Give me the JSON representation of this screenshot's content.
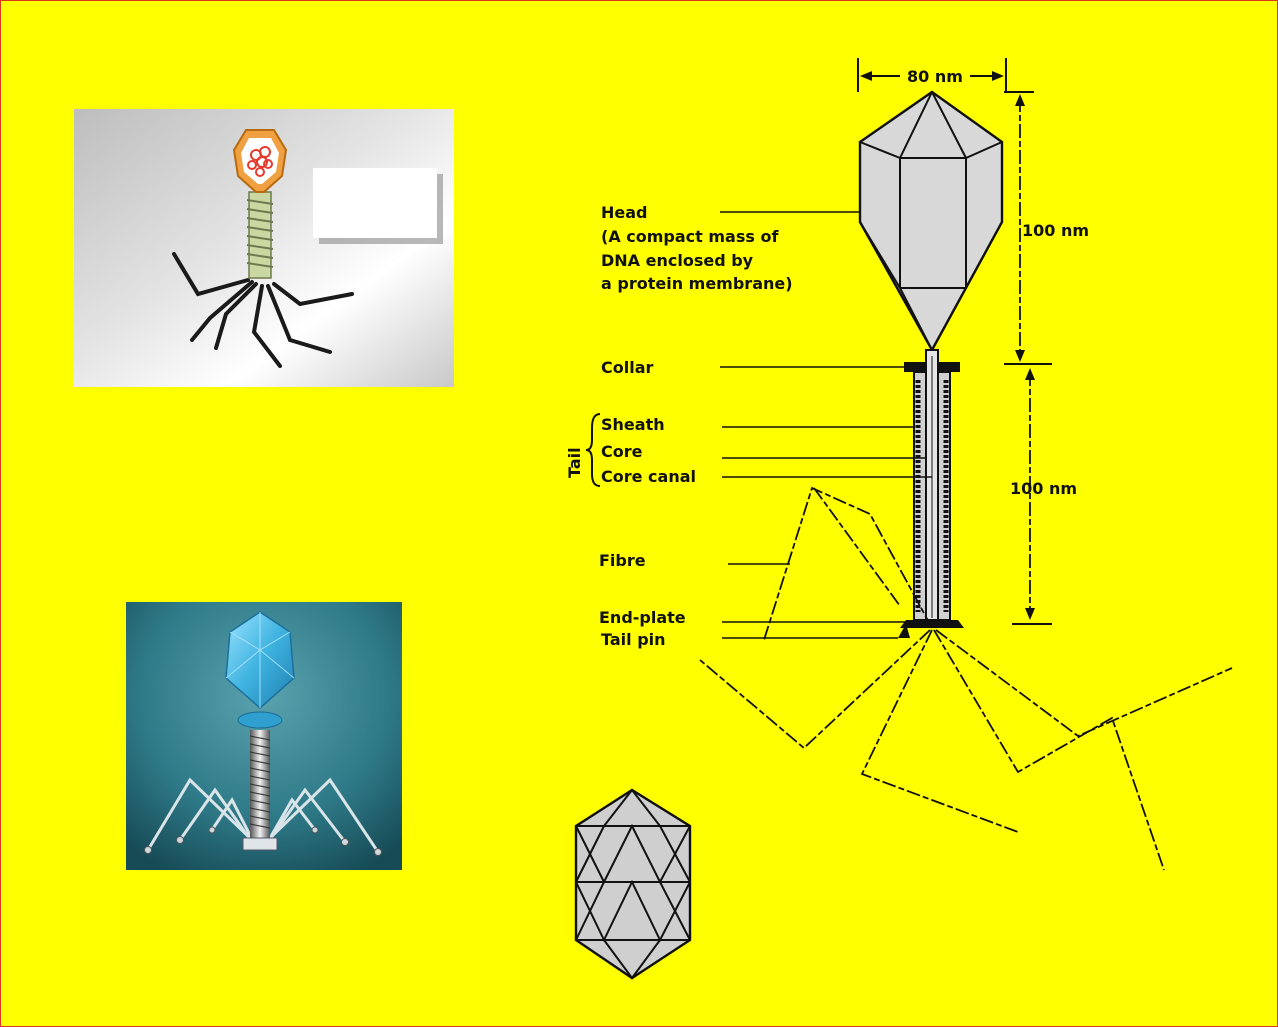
{
  "diagram": {
    "dimension_width": "80 nm",
    "dimension_head": "100 nm",
    "dimension_tail": "100 nm",
    "labels": {
      "head": "Head",
      "head_note_1": "(A compact mass of",
      "head_note_2": "DNA enclosed by",
      "head_note_3": "a protein membrane)",
      "collar": "Collar",
      "tail": "Tail",
      "sheath": "Sheath",
      "core": "Core",
      "core_canal": "Core canal",
      "fibre": "Fibre",
      "end_plate": "End-plate",
      "tail_pin": "Tail pin"
    }
  },
  "colors": {
    "background": "#ffff00",
    "border": "#d9381e",
    "capsid_blue": "#3fb3e0",
    "teal_background": "#2d7584",
    "capsid_orange": "#f0a040",
    "dna_red": "#e8382c",
    "sheath_green": "#c8d8a0"
  }
}
